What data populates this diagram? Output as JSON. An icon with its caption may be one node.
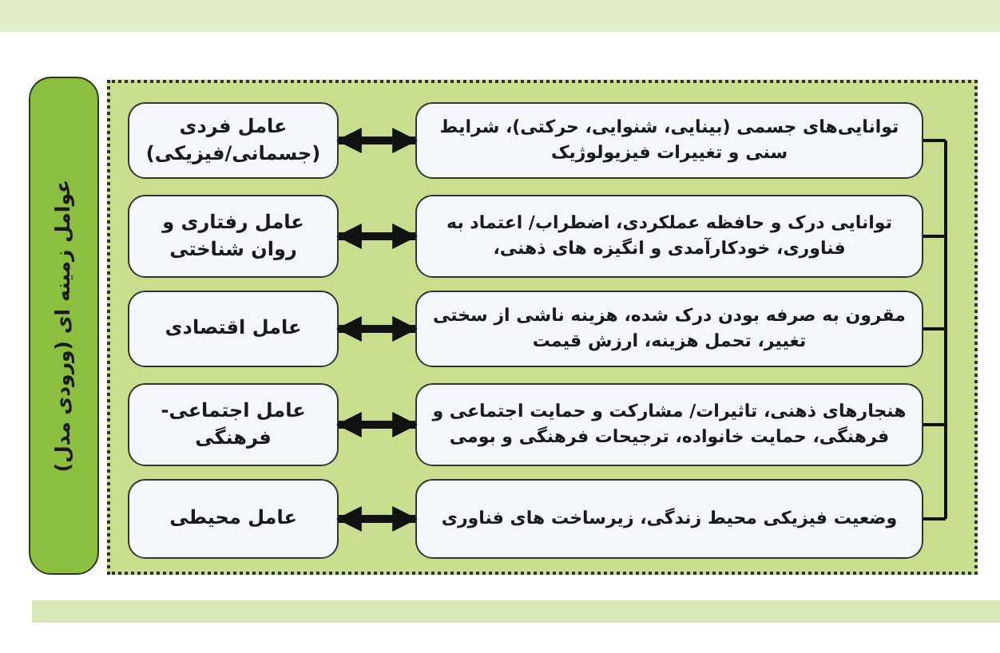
{
  "diagram": {
    "nodes": [
      {
        "text": [
          "عوامل زمینه ای (ورودی مدل)"
        ]
      },
      {
        "text": [],
        "shape": "box"
      },
      {
        "text": [
          "عامل فردی (جسمانی/فیزیکی)"
        ],
        "in": 1
      },
      {
        "text": [
          "توانایی‌های جسمی (بینایی، شنوایی، حرکتی)، شرایط سنی و تغییرات فیزیولوژیک"
        ],
        "in": 1
      },
      {
        "text": [
          "عامل رفتاری و روان شناختی"
        ],
        "in": 1
      },
      {
        "text": [
          "توانایی درک و حافظه عملکردی، اضطراب/ اعتماد به فناوری، خودکارآمدی و انگیزه های ذهنی،"
        ],
        "in": 1
      },
      {
        "text": [
          "عامل اقتصادی"
        ],
        "in": 1
      },
      {
        "text": [
          "مقرون به صرفه بودن درک شده، هزینه ناشی از سختی تغییر، تحمل هزینه، ارزش قیمت"
        ],
        "in": 1
      },
      {
        "text": [
          "عامل اجتماعی- فرهنگی"
        ],
        "in": 1
      },
      {
        "text": [
          "هنجارهای ذهنی، تاثیرات/ مشارکت و حمایت اجتماعی و فرهنگی، حمایت خانواده، ترجیحات فرهنگی و بومی"
        ],
        "in": 1
      },
      {
        "text": [
          "عامل محیطی"
        ],
        "in": 1
      },
      {
        "text": [
          "وضعیت فیزیکی محیط زندگی، زیرساخت های فناوری"
        ],
        "in": 1
      }
    ],
    "edges": [
      {
        "from": 2,
        "to": 3,
        "arrow": "both"
      },
      {
        "from": 4,
        "to": 5,
        "arrow": "both"
      },
      {
        "from": 6,
        "to": 7,
        "arrow": "both"
      },
      {
        "from": 8,
        "to": 9,
        "arrow": "both"
      },
      {
        "from": 10,
        "to": 11,
        "arrow": "both"
      }
    ]
  }
}
